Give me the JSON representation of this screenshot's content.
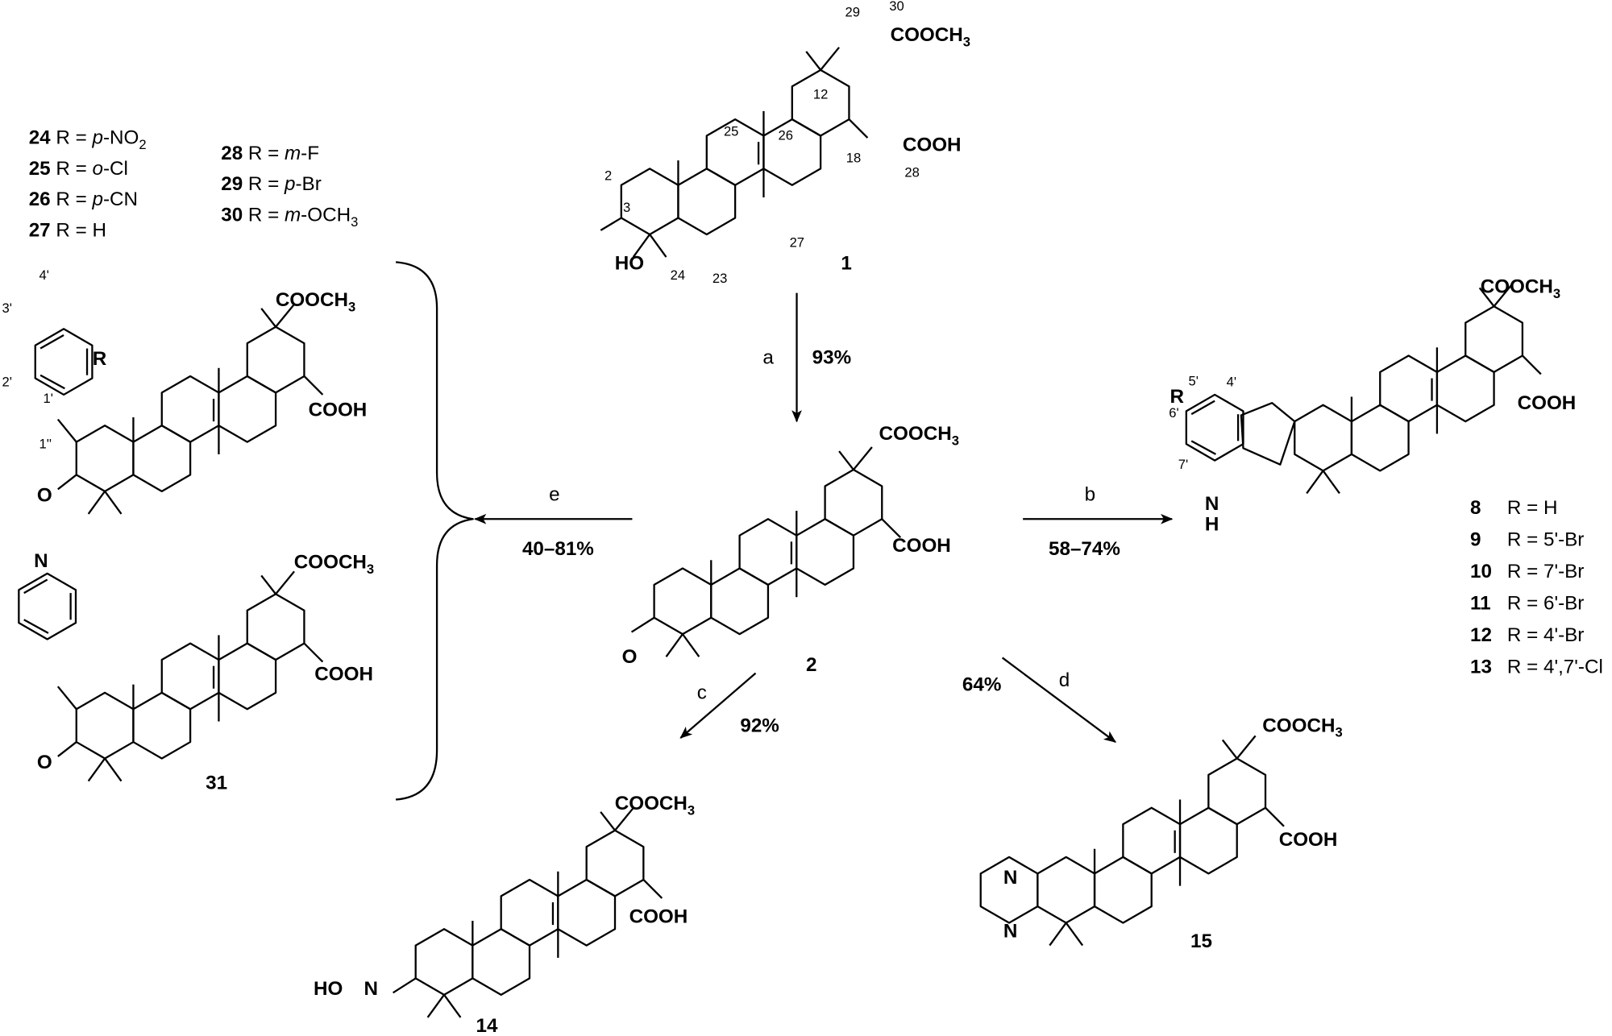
{
  "groups": {
    "coome": "COOCH",
    "coome_sub": "3",
    "cooh": "COOH",
    "ho": "HO",
    "o": "O",
    "n": "N",
    "nh_n": "N",
    "nh_h": "H",
    "hon": "HO",
    "r": "R"
  },
  "compound1": {
    "id": "1",
    "atom_numbers": [
      "29",
      "30",
      "12",
      "25",
      "26",
      "18",
      "28",
      "2",
      "3",
      "27",
      "24",
      "23"
    ]
  },
  "compound2": {
    "id": "2"
  },
  "compound14": {
    "id": "14"
  },
  "compound15": {
    "id": "15"
  },
  "compound31": {
    "id": "31"
  },
  "benzylidene_numbers": [
    "4'",
    "3'",
    "2'",
    "1'",
    "1''"
  ],
  "indole_numbers": [
    "5'",
    "4'",
    "6'",
    "7'"
  ],
  "series_24_30": [
    {
      "id": "24",
      "text": "R = ",
      "italic": "p",
      "rest": "-NO",
      "sub": "2"
    },
    {
      "id": "25",
      "text": "R = ",
      "italic": "o",
      "rest": "-Cl",
      "sub": ""
    },
    {
      "id": "26",
      "text": "R = ",
      "italic": "p",
      "rest": "-CN",
      "sub": ""
    },
    {
      "id": "27",
      "text": "R = H",
      "italic": "",
      "rest": "",
      "sub": ""
    },
    {
      "id": "28",
      "text": "R = ",
      "italic": "m",
      "rest": "-F",
      "sub": ""
    },
    {
      "id": "29",
      "text": "R = ",
      "italic": "p",
      "rest": "-Br",
      "sub": ""
    },
    {
      "id": "30",
      "text": "R = ",
      "italic": "m",
      "rest": "-OCH",
      "sub": "3"
    }
  ],
  "series_8_13": [
    {
      "id": "8",
      "text": "R = H"
    },
    {
      "id": "9",
      "text": "R = 5'-Br"
    },
    {
      "id": "10",
      "text": "R = 7'-Br"
    },
    {
      "id": "11",
      "text": "R = 6'-Br"
    },
    {
      "id": "12",
      "text": "R = 4'-Br"
    },
    {
      "id": "13",
      "text": "R = 4',7'-Cl"
    }
  ],
  "reactions": {
    "a": {
      "label": "a",
      "yield": "93%"
    },
    "b": {
      "label": "b",
      "yield": "58–74%"
    },
    "c": {
      "label": "c",
      "yield": "92%"
    },
    "d": {
      "label": "d",
      "yield": "64%"
    },
    "e": {
      "label": "e",
      "yield": "40–81%"
    }
  }
}
